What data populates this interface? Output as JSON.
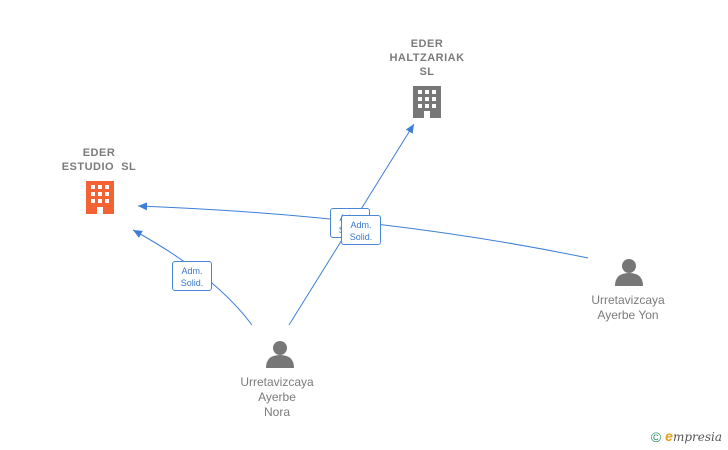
{
  "nodes": {
    "eder_estudio": {
      "lines": [
        "EDER",
        "ESTUDIO  SL"
      ],
      "color": "#f26235"
    },
    "eder_haltzariak": {
      "lines": [
        "EDER",
        "HALTZARIAK",
        "SL"
      ],
      "color": "#777777"
    },
    "nora": {
      "lines": [
        "Urretavizcaya",
        "Ayerbe",
        "Nora"
      ],
      "color": "#777777"
    },
    "yon": {
      "lines": [
        "Urretavizcaya",
        "Ayerbe Yon"
      ],
      "color": "#777777"
    }
  },
  "edges": {
    "nora_estudio": {
      "line1": "Adm.",
      "line2": "Solid."
    },
    "nora_haltzariak": {
      "line1": "Adm.",
      "line2": "Solid."
    },
    "yon_estudio": {
      "line1": "Adm.",
      "line2": "Solid."
    }
  },
  "colors": {
    "edge": "#3d7fd6"
  },
  "brand": {
    "copyright": "©",
    "initial": "e",
    "name": "mpresia"
  }
}
